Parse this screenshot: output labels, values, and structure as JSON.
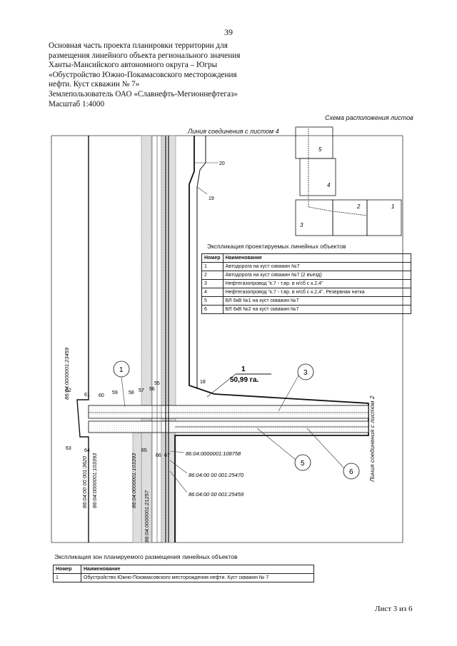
{
  "page_number": "39",
  "header_lines": [
    "Основная часть проекта планировки территории для",
    "размещения линейного объекта регионального значения",
    "Ханты-Мансийского автономного округа – Югры",
    "«Обустройство Южно-Покамасовского месторождения",
    "нефти. Куст скважин № 7»",
    "Землепользователь ОАО «Славнефть-Мегионнефтегаз»",
    "Масштаб 1:4000"
  ],
  "scheme_title": "Схема расположения листов",
  "connection_sheet_4": "Линия соединения с листом 4",
  "connection_sheet_2": "Линия соединения с листом 2",
  "area_label": {
    "number": "1",
    "area": "50,99 га."
  },
  "sheet_numbers": [
    "5",
    "4",
    "2",
    "1",
    "3"
  ],
  "point_numbers": [
    "20",
    "19",
    "18",
    "62",
    "61",
    "60",
    "59",
    "58",
    "57",
    "56",
    "55",
    "63",
    "64",
    "65",
    "66",
    "67"
  ],
  "circled_labels": [
    "1",
    "3",
    "5",
    "6"
  ],
  "cadastral_numbers": [
    "86:04:0000001:108758",
    "86:04:00 00 001:25470",
    "86:04:00 00 001:25459",
    "86:04:0000001:23459",
    "86:04:00 00 001:3620",
    "86:04:0000001:103393",
    "86:04:0000001:103393",
    "86:04:0000001:21257"
  ],
  "explication_linear": {
    "title": "Экспликация  проектируемых линейных объектов",
    "headers": [
      "Номер",
      "Наименование"
    ],
    "rows": [
      [
        "1",
        "Автодорога на куст скважин №7"
      ],
      [
        "2",
        "Автодорога на куст скважин №7 (2 въезд)"
      ],
      [
        "3",
        "Нефтегазопровод \"к.7 - т.вр. в н/сб с к.2,4\""
      ],
      [
        "4",
        "Нефтегазопровод \"к.7 - т.вр. в н/сб с к.2,4\". Резервная нитка"
      ],
      [
        "5",
        "ВЛ 6кВ №1 на куст скважин №7"
      ],
      [
        "6",
        "ВЛ 6кВ №2 на куст скважин №7"
      ]
    ]
  },
  "explication_zones": {
    "title": "Экспликация зон планируемого размещения линейных объектов",
    "headers": [
      "Номер",
      "Наименование"
    ],
    "rows": [
      [
        "1",
        "Обустройство Южно-Покамасовского месторождения нефти. Куст скважин № 7"
      ]
    ]
  },
  "sheet_footer": "Лист 3 из 6"
}
